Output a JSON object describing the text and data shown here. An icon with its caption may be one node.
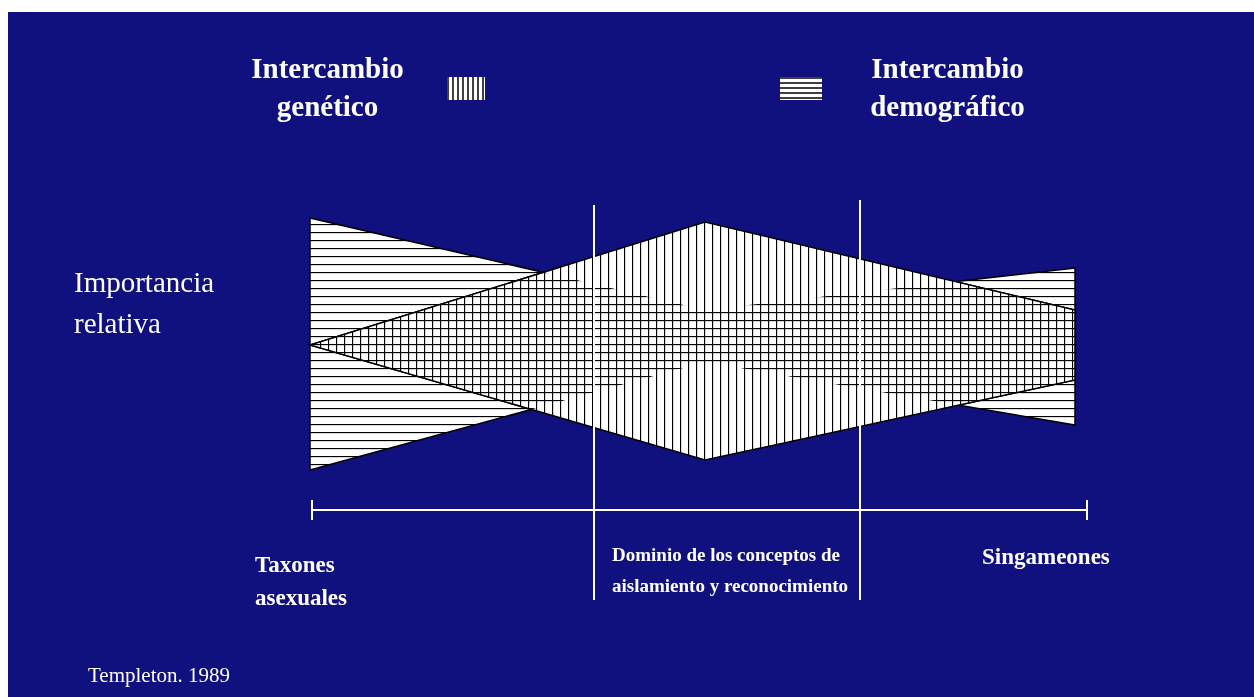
{
  "diagram": {
    "labels": [
      "Importancia relativa",
      "Taxones asexuales",
      "Dominio de los conceptos de aislamiento y reconocimiento",
      "Singameones",
      "Templeton. 1989"
    ],
    "legend": [
      {
        "text": "Intercambio genético"
      },
      {
        "text": "Intercambio demográfico"
      }
    ]
  }
}
